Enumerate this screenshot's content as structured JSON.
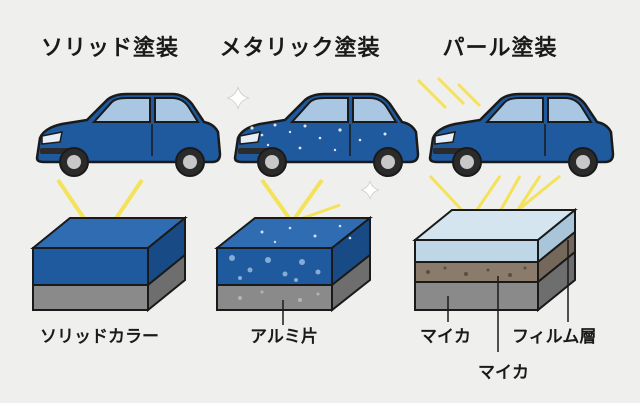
{
  "panels": [
    {
      "title": "ソリッド塗装",
      "layer_label": "ソリッドカラー"
    },
    {
      "title": "メタリック塗装",
      "layer_label": "アルミ片"
    },
    {
      "title": "パール塗装",
      "layer_labels": [
        "マイカ",
        "フィルム層",
        "マイカ"
      ]
    }
  ],
  "colors": {
    "paint_blue": "#1f5a9e",
    "light_ray": "#f4e25a",
    "base_gray": "#8a8a8a",
    "film_layer": "#bfd6e6",
    "mica_layer": "#8a7b6b"
  },
  "icons": [
    "car-icon",
    "sparkle-icon",
    "light-ray-icon"
  ]
}
